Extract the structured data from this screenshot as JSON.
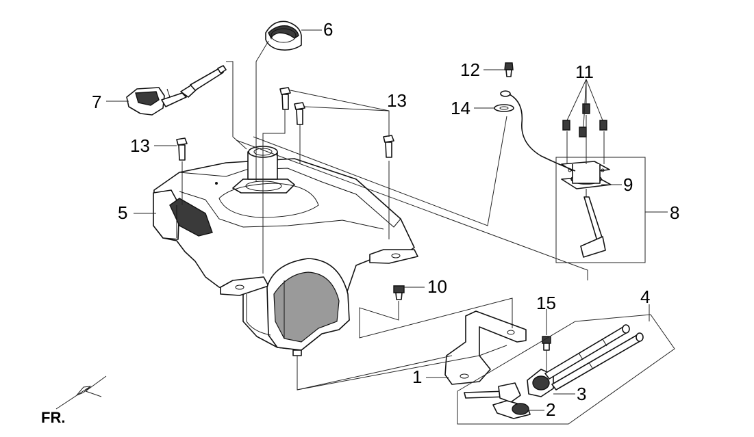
{
  "callouts": {
    "c1": "1",
    "c2": "2",
    "c3": "3",
    "c4": "4",
    "c5": "5",
    "c6": "6",
    "c7": "7",
    "c8": "8",
    "c9": "9",
    "c10": "10",
    "c11": "11",
    "c12": "12",
    "c13a": "13",
    "c13b": "13",
    "c14": "14",
    "c15": "15"
  },
  "direction": {
    "label": "FR."
  }
}
